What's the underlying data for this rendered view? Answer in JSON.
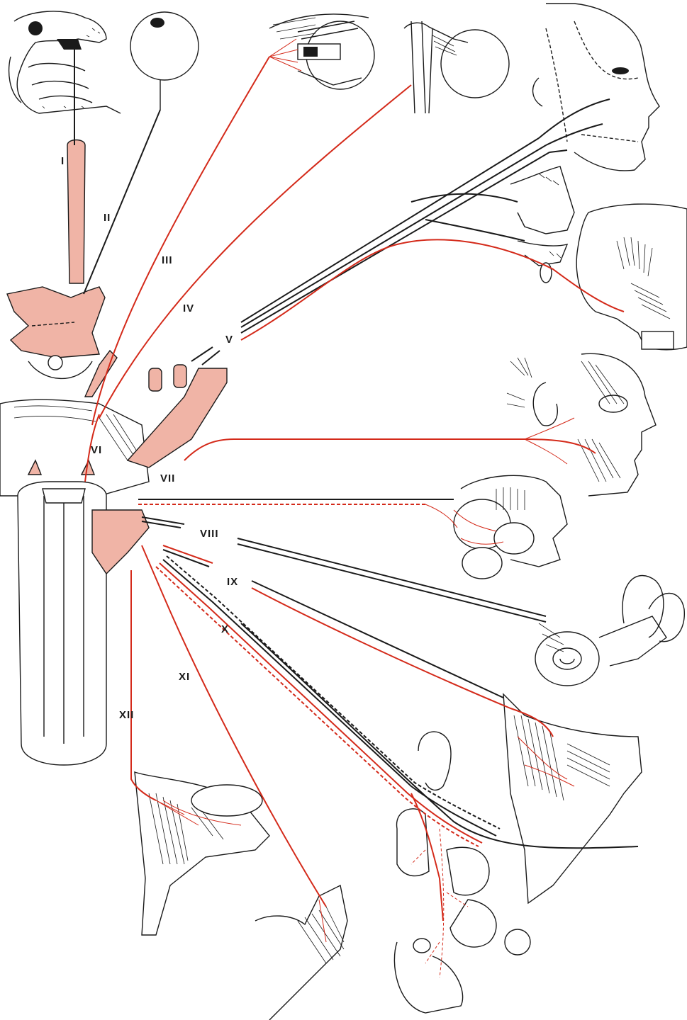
{
  "figure": {
    "nerve_labels": [
      {
        "id": "I",
        "text": "I"
      },
      {
        "id": "II",
        "text": "II"
      },
      {
        "id": "III",
        "text": "III"
      },
      {
        "id": "IV",
        "text": "IV"
      },
      {
        "id": "V",
        "text": "V"
      },
      {
        "id": "VI",
        "text": "VI"
      },
      {
        "id": "VII",
        "text": "VII"
      },
      {
        "id": "VIII",
        "text": "VIII"
      },
      {
        "id": "IX",
        "text": "IX"
      },
      {
        "id": "X",
        "text": "X"
      },
      {
        "id": "XI",
        "text": "XI"
      },
      {
        "id": "XII",
        "text": "XII"
      }
    ],
    "colors": {
      "motor": "#d42a1a",
      "sensory": "#1a1a1a",
      "brainstem_fill": "#f0b4a6",
      "background": "#ffffff"
    }
  }
}
